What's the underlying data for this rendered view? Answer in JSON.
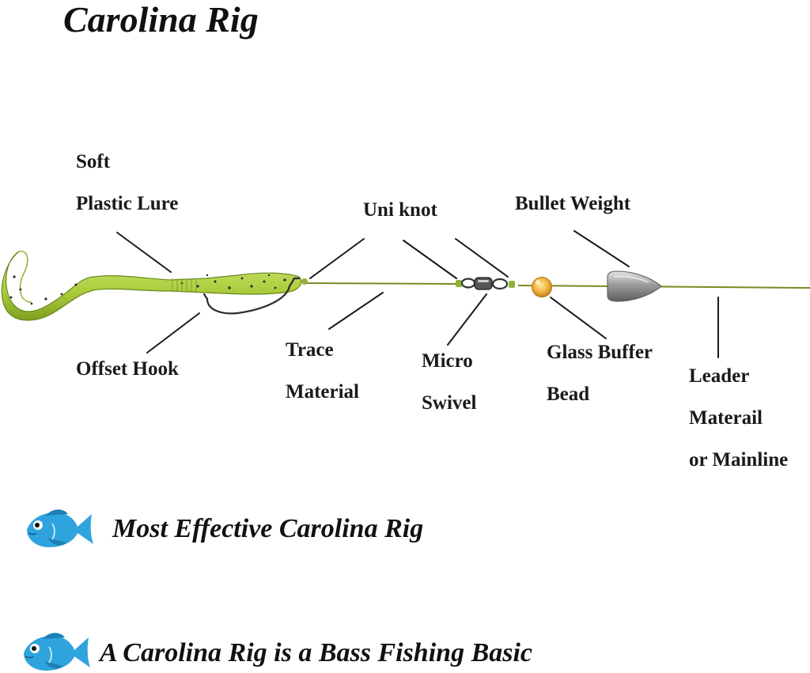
{
  "title": "Carolina Rig",
  "labels": {
    "soft": "Soft",
    "plastic_lure": "Plastic Lure",
    "offset_hook": "Offset Hook",
    "uni_knot": "Uni knot",
    "trace": "Trace",
    "material": "Material",
    "micro": "Micro",
    "swivel": "Swivel",
    "bullet_weight": "Bullet Weight",
    "glass_buffer": "Glass Buffer",
    "bead": "Bead",
    "leader": "Leader",
    "materail": "Materail",
    "or_mainline": "or Mainline"
  },
  "taglines": [
    "Most Effective Carolina Rig",
    "A Carolina Rig is a Bass Fishing Basic"
  ],
  "icons": {
    "bullet_icon": "fish-icon",
    "lure": "soft-plastic-worm",
    "hook": "offset-hook",
    "swivel": "micro-swivel",
    "bead": "glass-bead",
    "weight": "bullet-weight"
  },
  "colors": {
    "line": "#7a8a22",
    "lure": "#b7d64a",
    "bead": "#f0b23c",
    "weight": "#a9a9a9",
    "fish": "#2fa3dd"
  }
}
